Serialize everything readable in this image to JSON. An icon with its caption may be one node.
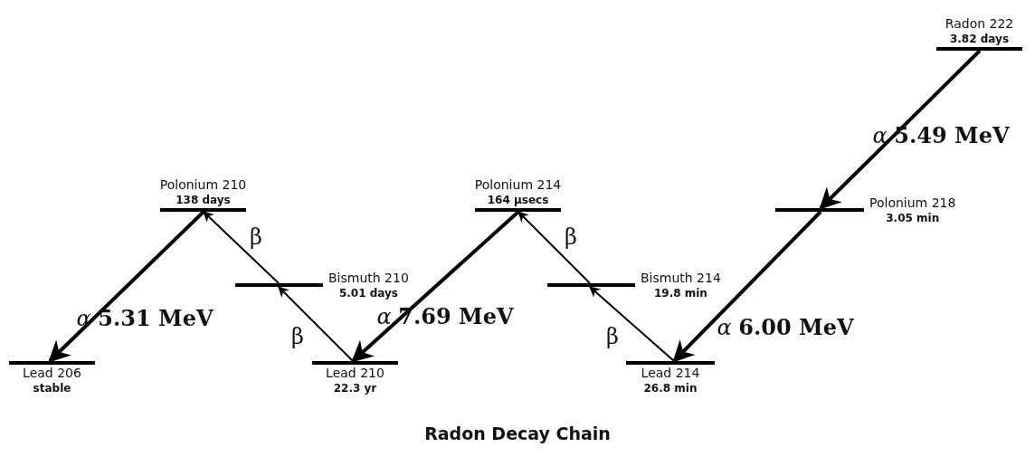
{
  "diagram": {
    "title": "Radon Decay Chain",
    "nodes": [
      {
        "text": [
          "Radon 222",
          "3.82 days"
        ]
      },
      {
        "text": [
          "Polonium 218",
          "3.05 min"
        ]
      },
      {
        "text": [
          "Lead 214",
          "26.8 min"
        ]
      },
      {
        "text": [
          "Bismuth 214",
          "19.8 min"
        ]
      },
      {
        "text": [
          "Polonium 214",
          "164 µsecs"
        ]
      },
      {
        "text": [
          "Lead 210",
          "22.3 yr"
        ]
      },
      {
        "text": [
          "Bismuth 210",
          "5.01 days"
        ]
      },
      {
        "text": [
          "Polonium 210",
          "138 days"
        ]
      },
      {
        "text": [
          "Lead 206",
          "stable"
        ]
      }
    ],
    "edges": [
      {
        "from": 0,
        "to": 1,
        "arrow": "to",
        "style": "thick",
        "label": "*α* **5.49 MeV**"
      },
      {
        "from": 1,
        "to": 2,
        "arrow": "to",
        "style": "thick",
        "label": "*α* **6.00 MeV**"
      },
      {
        "from": 2,
        "to": 3,
        "arrow": "to",
        "label": "β"
      },
      {
        "from": 3,
        "to": 4,
        "arrow": "to",
        "label": "β"
      },
      {
        "from": 4,
        "to": 5,
        "arrow": "to",
        "style": "thick",
        "label": "*α* **7.69 MeV**"
      },
      {
        "from": 5,
        "to": 6,
        "arrow": "to",
        "label": "β"
      },
      {
        "from": 6,
        "to": 7,
        "arrow": "to",
        "label": "β"
      },
      {
        "from": 7,
        "to": 8,
        "arrow": "to",
        "style": "thick",
        "label": "*α* **5.31 MeV**"
      }
    ]
  }
}
